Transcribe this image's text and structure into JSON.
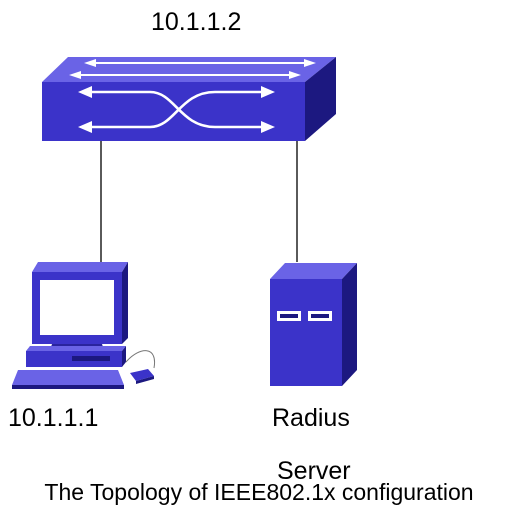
{
  "switch": {
    "ip": "10.1.1.2",
    "icon": "network-switch-icon"
  },
  "pc": {
    "ip": "10.1.1.1",
    "icon": "desktop-computer-icon"
  },
  "server": {
    "label_line1": "Radius",
    "label_line2": "Server",
    "icon": "server-tower-icon"
  },
  "caption": "The Topology of IEEE802.1x configuration",
  "colors": {
    "device_blue": "#3b33c9",
    "device_dark": "#1c1880",
    "device_light": "#6a63e6",
    "link": "#000000"
  }
}
